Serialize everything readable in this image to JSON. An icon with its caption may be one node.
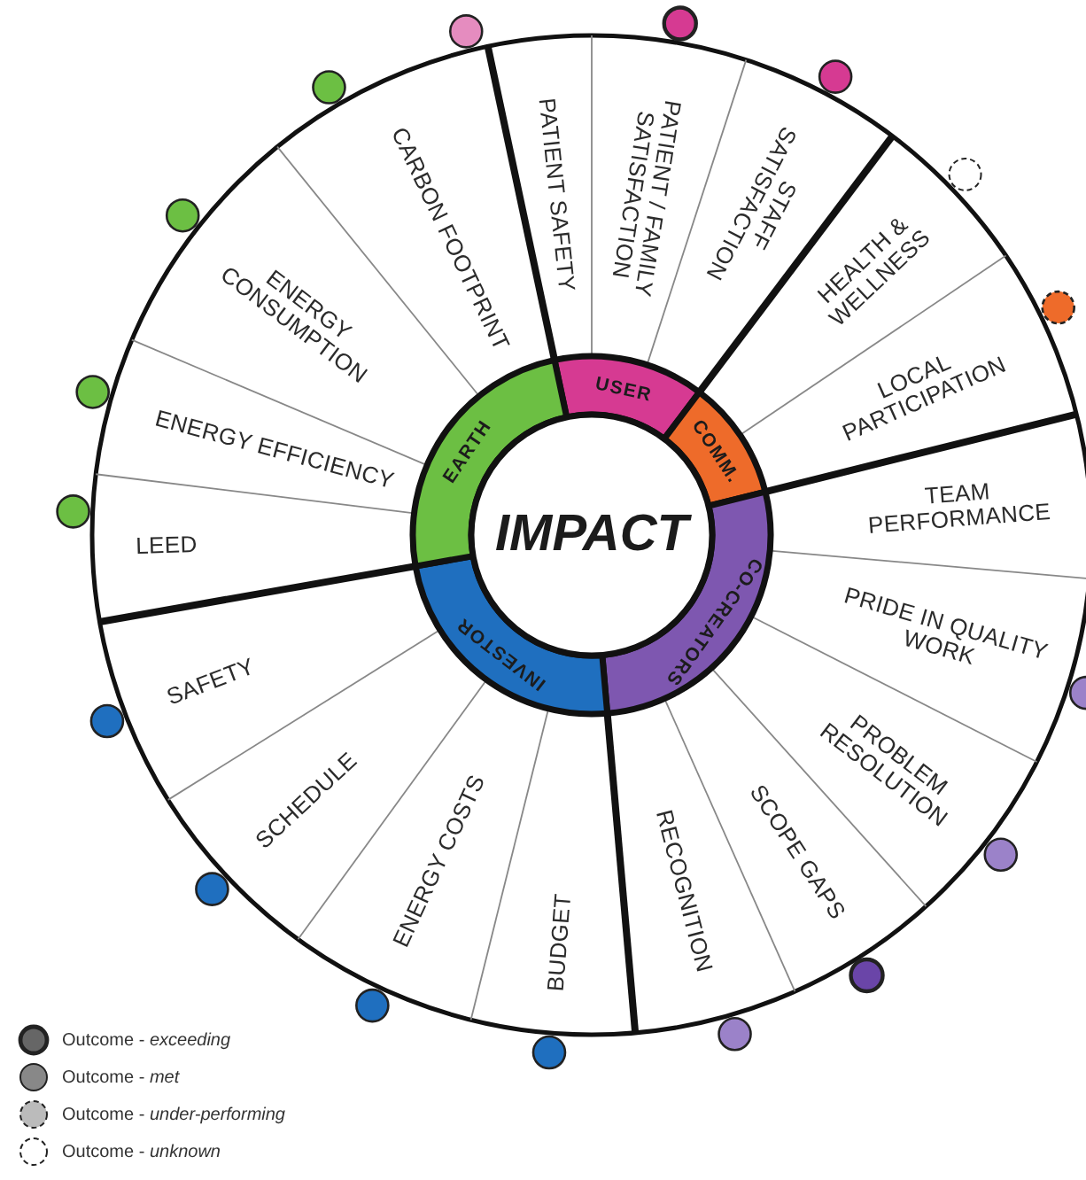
{
  "diagram": {
    "nodes": [
      {
        "text": [
          "IMPACT"
        ]
      },
      {
        "text": [
          "USER"
        ]
      },
      {
        "text": [
          "COMM."
        ]
      },
      {
        "text": [
          "CO-CREATORS"
        ]
      },
      {
        "text": [
          "INVESTOR"
        ]
      },
      {
        "text": [
          "EARTH"
        ]
      },
      {
        "text": [
          "PATIENT SAFETY"
        ]
      },
      {
        "text": [
          "PATIENT / FAMILY SATISFACTION"
        ]
      },
      {
        "text": [
          "STAFF SATISFACTION"
        ]
      },
      {
        "text": [
          "HEALTH & WELLNESS"
        ]
      },
      {
        "text": [
          "LOCAL PARTICIPATION"
        ]
      },
      {
        "text": [
          "TEAM PERFORMANCE"
        ]
      },
      {
        "text": [
          "PRIDE IN QUALITY WORK"
        ]
      },
      {
        "text": [
          "PROBLEM RESOLUTION"
        ]
      },
      {
        "text": [
          "SCOPE GAPS"
        ]
      },
      {
        "text": [
          "RECOGNITION"
        ]
      },
      {
        "text": [
          "BUDGET"
        ]
      },
      {
        "text": [
          "ENERGY COSTS"
        ]
      },
      {
        "text": [
          "SCHEDULE"
        ]
      },
      {
        "text": [
          "SAFETY"
        ]
      },
      {
        "text": [
          "LEED"
        ]
      },
      {
        "text": [
          "ENERGY EFFICIENCY"
        ]
      },
      {
        "text": [
          "ENERGY CONSUMPTION"
        ]
      },
      {
        "text": [
          "CARBON FOOTPRINT"
        ]
      },
      {
        "text": [],
        "shape": "circle"
      },
      {
        "text": [],
        "shape": "circle"
      },
      {
        "text": [],
        "shape": "circle"
      },
      {
        "text": [],
        "shape": "circle"
      },
      {
        "text": [],
        "shape": "circle"
      },
      {
        "text": [],
        "shape": "circle"
      },
      {
        "text": [],
        "shape": "circle"
      },
      {
        "text": [],
        "shape": "circle"
      },
      {
        "text": [],
        "shape": "circle"
      },
      {
        "text": [],
        "shape": "circle"
      },
      {
        "text": [],
        "shape": "circle"
      },
      {
        "text": [],
        "shape": "circle"
      },
      {
        "text": [],
        "shape": "circle"
      },
      {
        "text": [],
        "shape": "circle"
      },
      {
        "text": [],
        "shape": "circle"
      },
      {
        "text": [],
        "shape": "circle"
      },
      {
        "text": [],
        "shape": "circle"
      }
    ],
    "legend": [
      {
        "text": "Outcome - *exceeding*"
      },
      {
        "text": "Outcome - *met*"
      },
      {
        "text": "Outcome - *under-performing*"
      },
      {
        "text": "Outcome - *unknown*"
      }
    ]
  }
}
